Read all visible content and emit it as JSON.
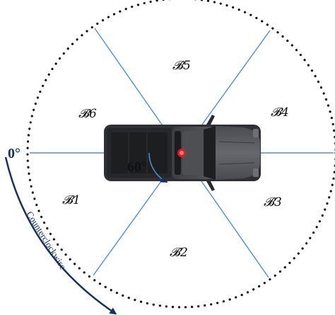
{
  "diagram": {
    "zero_label": "0°",
    "angle_label": "60°",
    "direction_label": "Counterclockwise",
    "sectors": [
      {
        "id": "b1",
        "label": "𝓑1"
      },
      {
        "id": "b2",
        "label": "𝓑2"
      },
      {
        "id": "b3",
        "label": "𝓑3"
      },
      {
        "id": "b4",
        "label": "𝓑4"
      },
      {
        "id": "b5",
        "label": "𝓑5"
      },
      {
        "id": "b6",
        "label": "𝓑6"
      }
    ],
    "colors": {
      "boundary_lines": "#4d90d6",
      "dotted_circle": "#111111",
      "arrow": "#16325c",
      "center_marker": "#e0202a",
      "truck_body": "#3b3b3e"
    }
  }
}
